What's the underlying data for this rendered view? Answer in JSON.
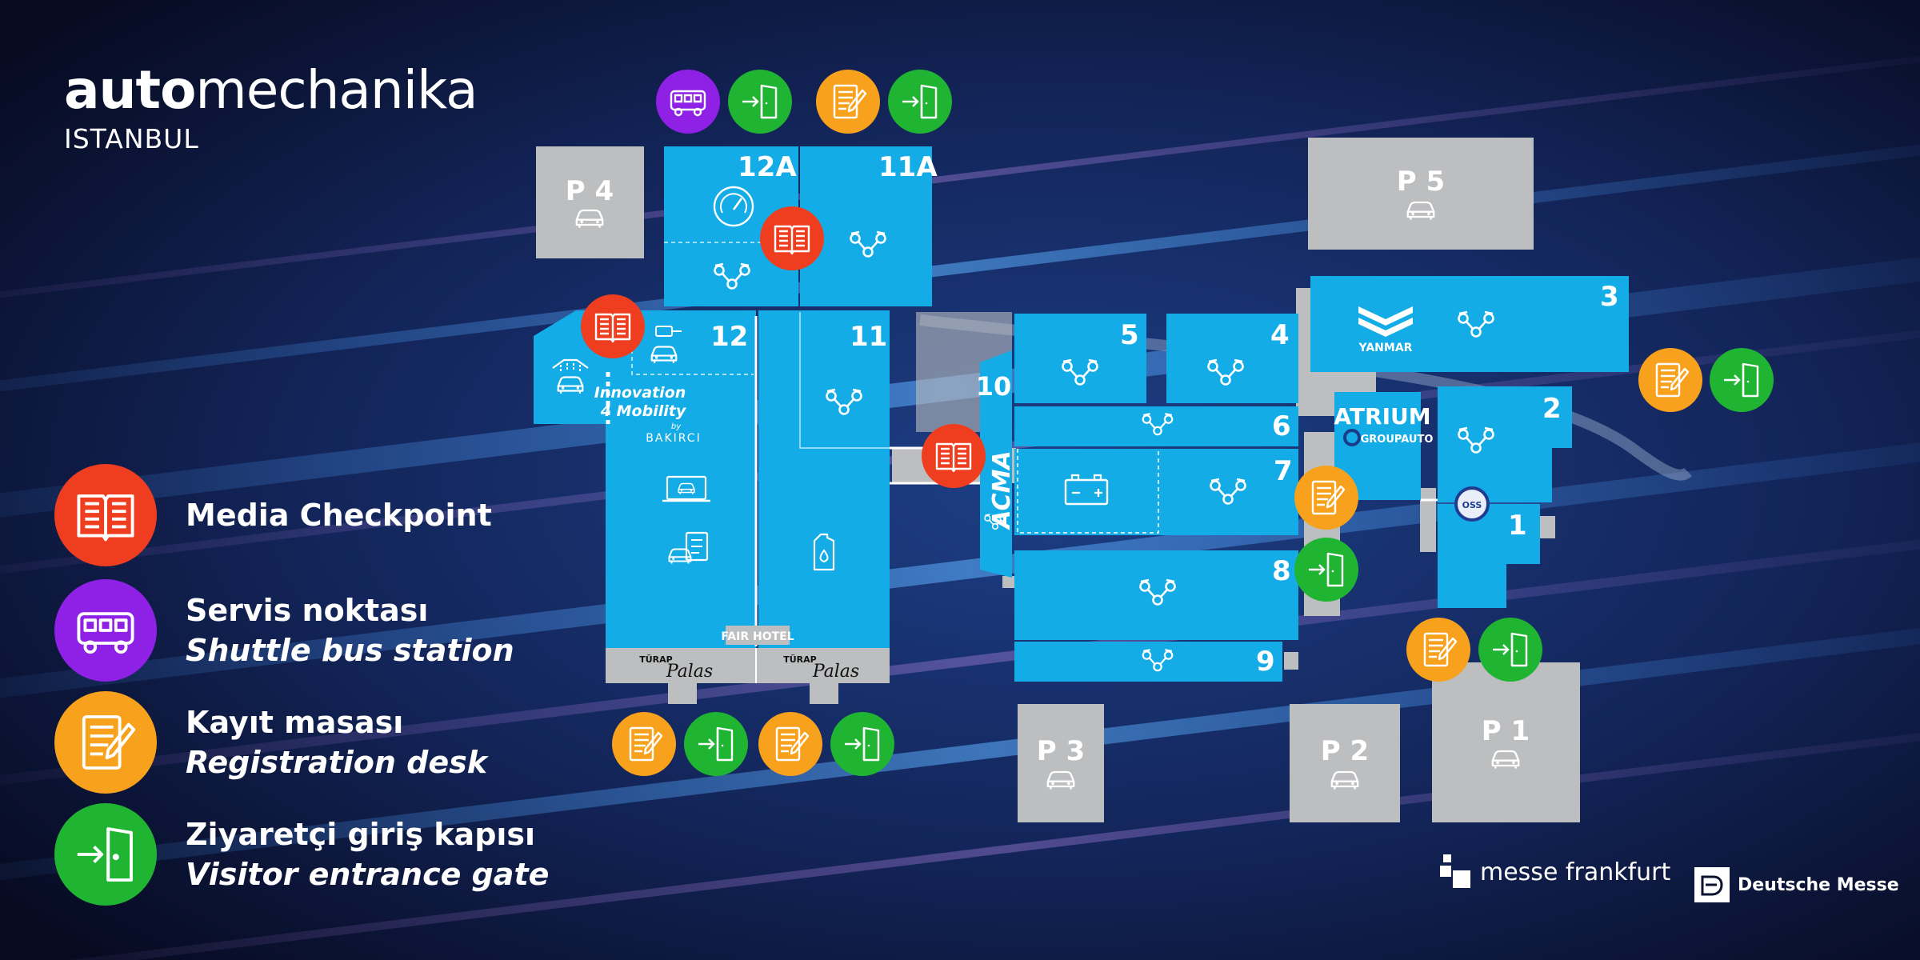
{
  "header": {
    "brand_bold": "auto",
    "brand_regular": "mechanika",
    "city": "ISTANBUL"
  },
  "colors": {
    "hall": "#13ace6",
    "parking": "#bcbec0",
    "media": "#ef3d1f",
    "shuttle": "#8f20e6",
    "registration": "#f8a11c",
    "entrance": "#20b433"
  },
  "legend": [
    {
      "icon": "book-icon",
      "line1": "Media Checkpoint",
      "line2": ""
    },
    {
      "icon": "bus-icon",
      "line1": "Servis noktası",
      "line2": "Shuttle bus station"
    },
    {
      "icon": "clipboard-pen-icon",
      "line1": "Kayıt masası",
      "line2": "Registration desk"
    },
    {
      "icon": "door-entry-icon",
      "line1": "Ziyaretçi giriş kapısı",
      "line2": "Visitor entrance gate"
    }
  ],
  "halls": {
    "h12a": "12A",
    "h11a": "11A",
    "h12": "12",
    "h11": "11",
    "h10": "10",
    "h5": "5",
    "h4": "4",
    "h3": "3",
    "h2": "2",
    "h1": "1",
    "h6": "6",
    "h7": "7",
    "h8": "8",
    "h9": "9"
  },
  "parking": {
    "p1": "P 1",
    "p2": "P 2",
    "p3": "P 3",
    "p4": "P 4",
    "p5": "P 5"
  },
  "labels": {
    "innovation_line1": "Innovation",
    "innovation_line2": "4 Mobility",
    "innovation_by": "by",
    "innovation_sponsor": "BAKIRCI",
    "fair_hotel": "FAIR HOTEL",
    "hotel_brand": "TÜRAP",
    "hotel_name": "Palas",
    "acma": "ACMA",
    "atrium": "ATRIUM",
    "groupauto": "GROUPAUTO",
    "yanmar": "YANMAR",
    "oss": "OSS"
  },
  "footer": {
    "messe_frankfurt": "messe frankfurt",
    "deutsche_messe": "Deutsche Messe"
  }
}
